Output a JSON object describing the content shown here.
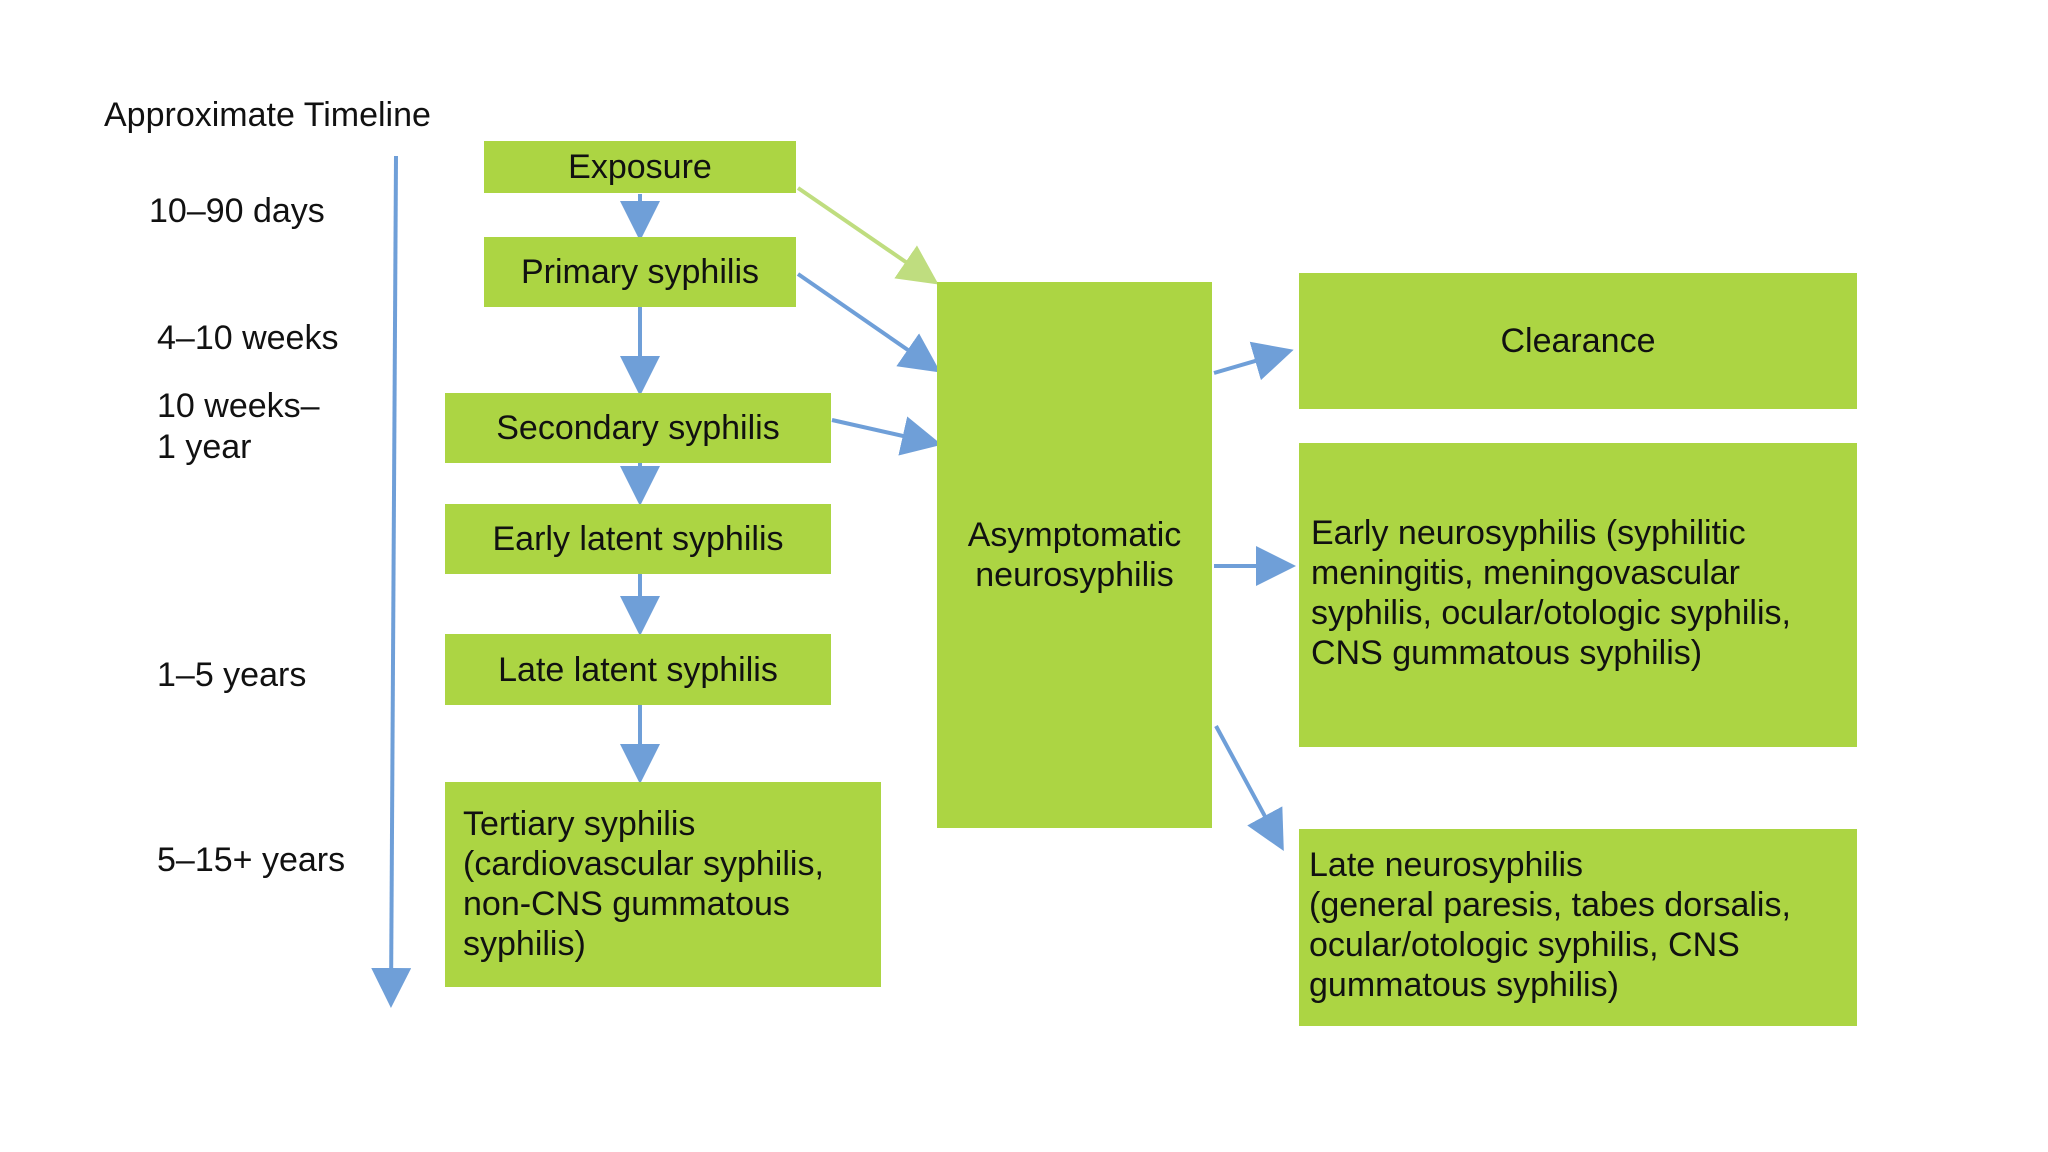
{
  "timeline": {
    "title": "Approximate Timeline",
    "labels": {
      "t1": "10–90 days",
      "t2": "4–10 weeks",
      "t3_line1": "10 weeks–",
      "t3_line2": "1 year",
      "t4": "1–5 years",
      "t5": "5–15+ years"
    }
  },
  "stages": {
    "exposure": "Exposure",
    "primary": "Primary syphilis",
    "secondary": "Secondary syphilis",
    "early_latent": "Early latent syphilis",
    "late_latent": "Late latent syphilis",
    "tertiary": {
      "line1": "Tertiary syphilis",
      "line2": "(cardiovascular syphilis,",
      "line3": "non-CNS gummatous",
      "line4": "syphilis)"
    }
  },
  "neuro": {
    "asymptomatic_line1": "Asymptomatic",
    "asymptomatic_line2": "neurosyphilis",
    "clearance": "Clearance",
    "early": {
      "line1": "Early neurosyphilis (syphilitic",
      "line2": "meningitis, meningovascular",
      "line3": "syphilis, ocular/otologic syphilis,",
      "line4": "CNS gummatous syphilis)"
    },
    "late": {
      "line1": "Late neurosyphilis",
      "line2": "(general paresis, tabes dorsalis,",
      "line3": "ocular/otologic syphilis, CNS",
      "line4": "gummatous syphilis)"
    }
  },
  "colors": {
    "box_fill": "#acd543",
    "arrow_blue": "#6f9fd8",
    "arrow_green": "#bfdd7f",
    "text": "#111111"
  }
}
